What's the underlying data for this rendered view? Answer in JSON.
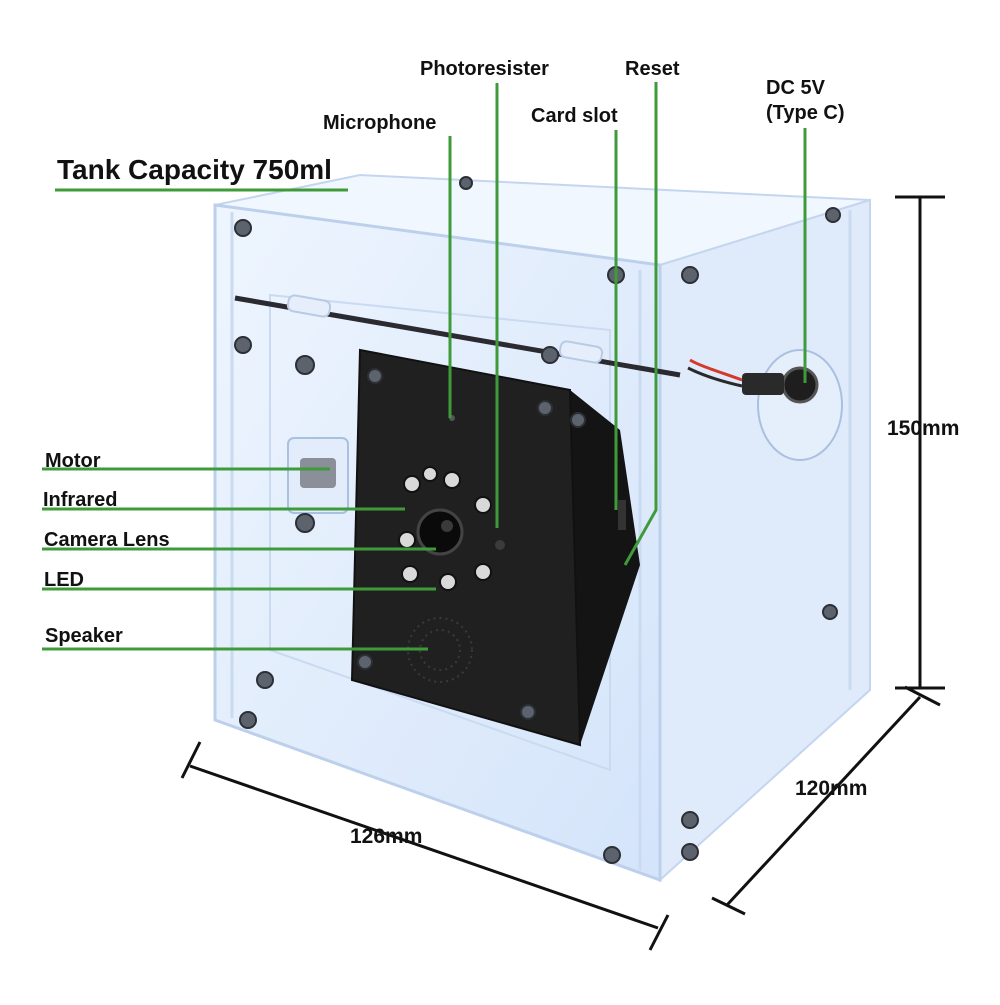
{
  "title": "Tank Capacity 750ml",
  "callouts": {
    "photoresister": "Photoresister",
    "reset": "Reset",
    "microphone": "Microphone",
    "card_slot": "Card slot",
    "dc_power": "DC 5V",
    "dc_type": "(Type C)",
    "motor": "Motor",
    "infrared": "Infrared",
    "camera_lens": "Camera Lens",
    "led": "LED",
    "speaker": "Speaker"
  },
  "dimensions": {
    "height": "150mm",
    "depth": "120mm",
    "width": "126mm"
  },
  "colors": {
    "leader_line": "#3f9b3a",
    "acrylic": "#dbe9fb",
    "device_body": "#202020",
    "dimension_line": "#111111"
  }
}
